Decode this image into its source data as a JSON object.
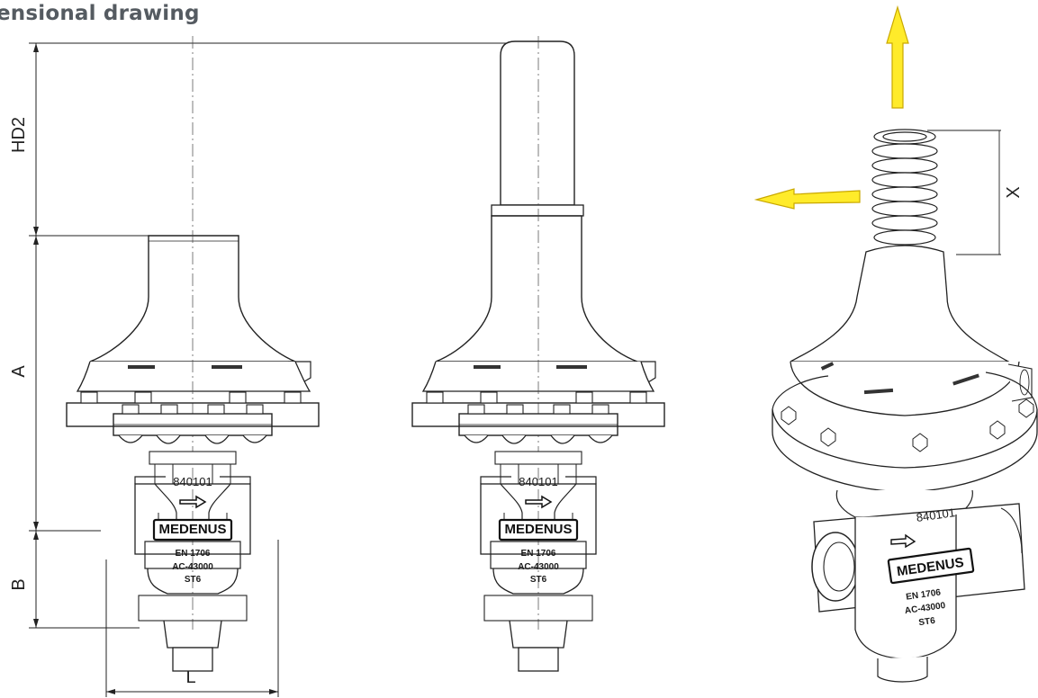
{
  "page": {
    "heading": "ensional drawing"
  },
  "dimensions": {
    "hd2": "HD2",
    "a": "A",
    "b": "B",
    "l": "L",
    "x": "X"
  },
  "body_markings": {
    "part_number": "840101",
    "brand": "MEDENUS",
    "standard": "EN 1706",
    "material": "AC-43000",
    "code": "ST6"
  },
  "colors": {
    "arrow": "#FFEB2A",
    "arrow_outline": "#C9A800",
    "line": "#222222",
    "heading": "#555B61"
  }
}
